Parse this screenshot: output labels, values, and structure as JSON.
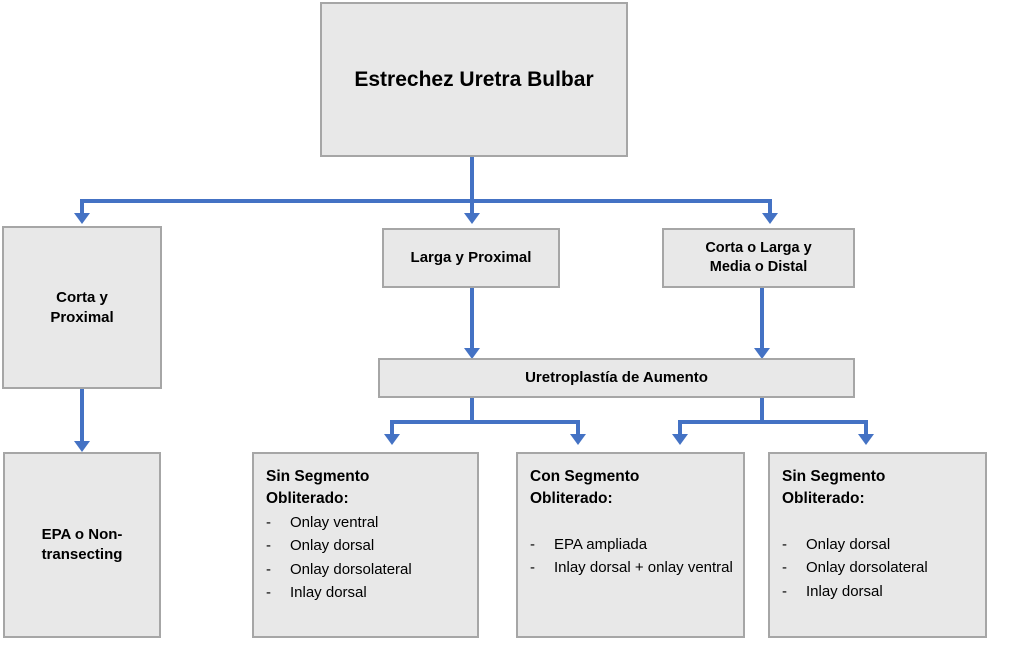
{
  "diagram": {
    "title": "Estrechez Uretra Bulbar",
    "accent_color": "#4472C4",
    "node_fill": "#E8E8E8",
    "node_border": "#A6A6A6",
    "nodes": {
      "root": {
        "label": "Estrechez Uretra Bulbar"
      },
      "branch_left": {
        "label": "Corta y\nProximal"
      },
      "branch_center": {
        "label": "Larga y Proximal"
      },
      "branch_right": {
        "label": "Corta o Larga y\nMedia o Distal"
      },
      "treatment_left": {
        "label": "EPA o Non-\ntransecting"
      },
      "augment": {
        "label": "Uretroplastía de Aumento"
      },
      "outcome_1": {
        "heading": "Sin Segmento\nObliterado:",
        "dash": "-",
        "items": [
          "Onlay ventral",
          "Onlay dorsal",
          "Onlay dorsolateral",
          "Inlay dorsal"
        ]
      },
      "outcome_2": {
        "heading": "Con Segmento\nObliterado:",
        "dash": "-",
        "items": [
          "EPA ampliada",
          "Inlay dorsal + onlay ventral"
        ]
      },
      "outcome_3": {
        "heading": "Sin Segmento\nObliterado:",
        "dash": "-",
        "items": [
          "Onlay dorsal",
          "Onlay dorsolateral",
          "Inlay dorsal"
        ]
      }
    }
  }
}
